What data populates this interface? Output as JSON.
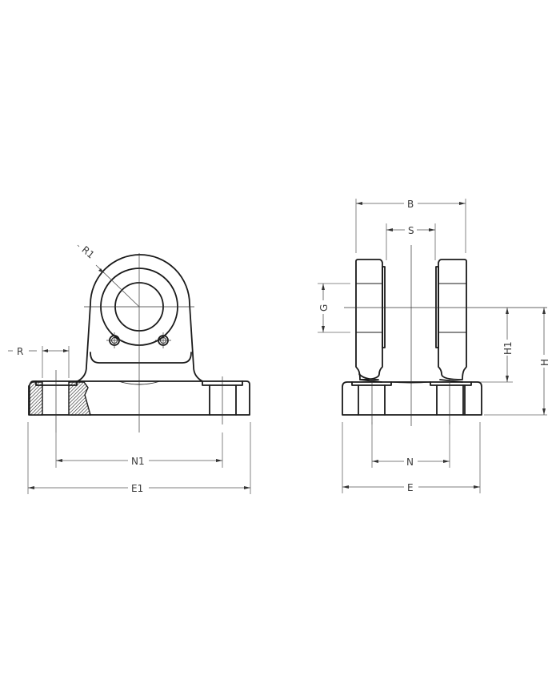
{
  "drawing": {
    "front_view": {
      "labels": {
        "R1": "R1",
        "R": "R",
        "N1": "N1",
        "E1": "E1"
      }
    },
    "side_view": {
      "labels": {
        "B": "B",
        "S": "S",
        "G": "G",
        "H1": "H1",
        "H": "H",
        "N": "N",
        "E": "E"
      }
    },
    "colors": {
      "line": "#1a1a1a",
      "dimension": "#555555",
      "background": "#ffffff"
    }
  }
}
